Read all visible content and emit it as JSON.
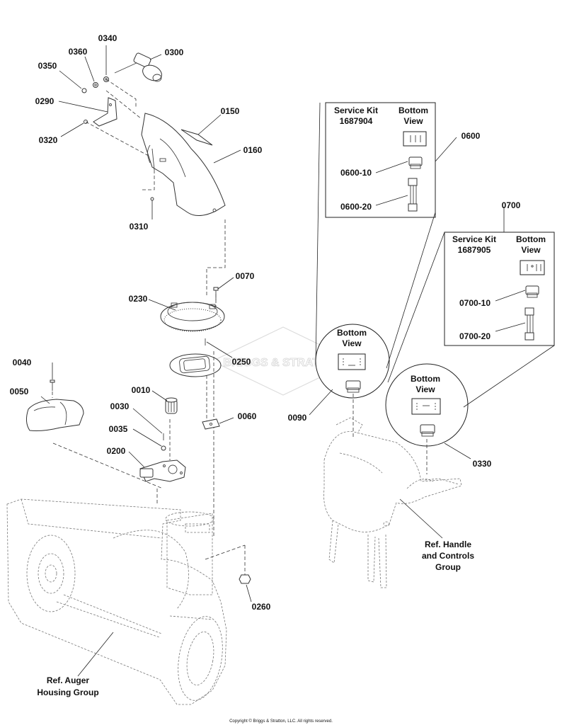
{
  "callouts": {
    "c0340": "0340",
    "c0360": "0360",
    "c0350": "0350",
    "c0300": "0300",
    "c0290": "0290",
    "c0320": "0320",
    "c0150": "0150",
    "c0160": "0160",
    "c0310": "0310",
    "c0070": "0070",
    "c0230": "0230",
    "c0250": "0250",
    "c0040": "0040",
    "c0050": "0050",
    "c0010": "0010",
    "c0030": "0030",
    "c0035": "0035",
    "c0200": "0200",
    "c0060": "0060",
    "c0260": "0260",
    "c0600": "0600",
    "c0600_10": "0600-10",
    "c0600_20": "0600-20",
    "c0700": "0700",
    "c0700_10": "0700-10",
    "c0700_20": "0700-20",
    "c0090": "0090",
    "c0330": "0330"
  },
  "kit1": {
    "service_line1": "Service Kit",
    "service_line2": "1687904",
    "bottom_line1": "Bottom",
    "bottom_line2": "View"
  },
  "kit2": {
    "service_line1": "Service Kit",
    "service_line2": "1687905",
    "bottom_line1": "Bottom",
    "bottom_line2": "View"
  },
  "circle1": {
    "line1": "Bottom",
    "line2": "View"
  },
  "circle2": {
    "line1": "Bottom",
    "line2": "View"
  },
  "refs": {
    "handle_line1": "Ref. Handle",
    "handle_line2": "and Controls",
    "handle_line3": "Group",
    "auger_line1": "Ref. Auger",
    "auger_line2": "Housing Group"
  },
  "watermark": "BRIGGS & STRATTON",
  "copyright": "Copyright © Briggs & Stratton, LLC. All rights reserved."
}
